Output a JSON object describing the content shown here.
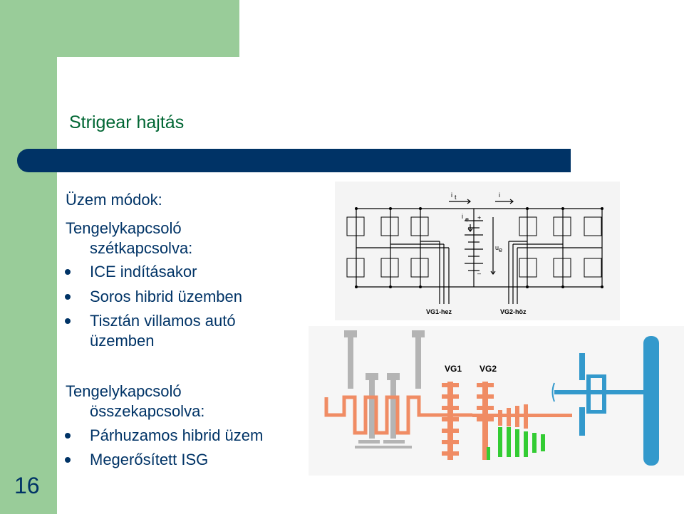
{
  "slide": {
    "title": "Strigear hajtás",
    "number": "16"
  },
  "content": {
    "heading": "Üzem módok:",
    "group1_line1": "Tengelykapcsoló",
    "group1_line2": "szétkapcsolva:",
    "group1_bullets": [
      "ICE indításakor",
      "Soros hibrid üzemben",
      "Tisztán villamos autó",
      "üzemben"
    ],
    "group2_line1": "Tengelykapcsoló",
    "group2_line2": "összekapcsolva:",
    "group2_bullets": [
      "Párhuzamos hibrid üzem",
      "Megerősített ISG"
    ]
  },
  "circuit": {
    "label_it": "i",
    "label_it_sub": "t",
    "label_i": "i",
    "label_ie": "i",
    "label_ie_sub": "e",
    "label_plus": "+",
    "label_minus": "–",
    "label_ue": "u",
    "label_ue_sub": "e",
    "label_vg1": "VG1-hez",
    "label_vg2": "VG2-höz"
  },
  "drivetrain": {
    "label_vg1": "VG1",
    "label_vg2": "VG2"
  },
  "colors": {
    "green_bg": "#99cc99",
    "navy": "#003366",
    "title_green": "#006633",
    "orange": "#f08c64",
    "gray": "#b4b4b4",
    "green_gear": "#33cc33",
    "blue": "#3399cc"
  }
}
